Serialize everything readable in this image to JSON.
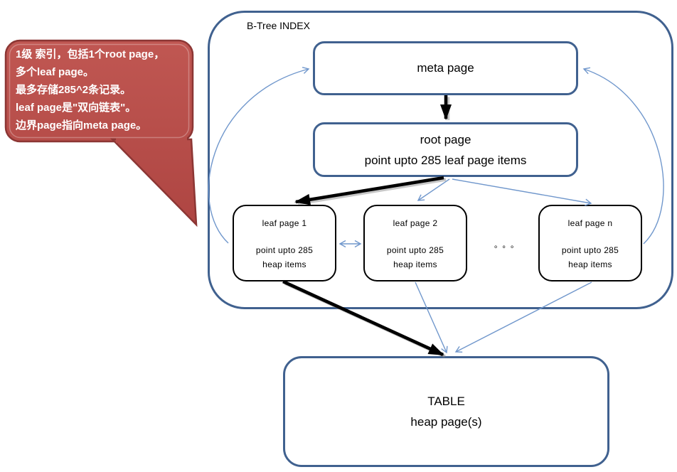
{
  "title": "B-Tree INDEX",
  "callout": {
    "lines": [
      "1级 索引，包括1个root page，",
      "多个leaf page。",
      "最多存储285^2条记录。",
      "leaf page是\"双向链表\"。",
      "边界page指向meta page。"
    ]
  },
  "nodes": {
    "meta": {
      "label": "meta page"
    },
    "root": {
      "line1": "root page",
      "line2": "point upto 285 leaf page items"
    },
    "leaf1": {
      "title": "leaf page 1",
      "body1": "point upto 285",
      "body2": "heap items"
    },
    "leaf2": {
      "title": "leaf page 2",
      "body1": "point upto 285",
      "body2": "heap items"
    },
    "leafn": {
      "title": "leaf page n",
      "body1": "point upto 285",
      "body2": "heap items"
    },
    "ellipsis": "。。。",
    "table": {
      "line1": "TABLE",
      "line2": "heap page(s)"
    }
  },
  "colors": {
    "box_border": "#40618F",
    "thin_arrow": "#7097CC",
    "leaf_border": "#000000",
    "thick_arrow": "#000000",
    "callout_fill_top": "#C05752",
    "callout_fill_bottom": "#AE4542",
    "callout_border": "#8C3634",
    "callout_text": "#FFFFFF",
    "text": "#000000"
  }
}
